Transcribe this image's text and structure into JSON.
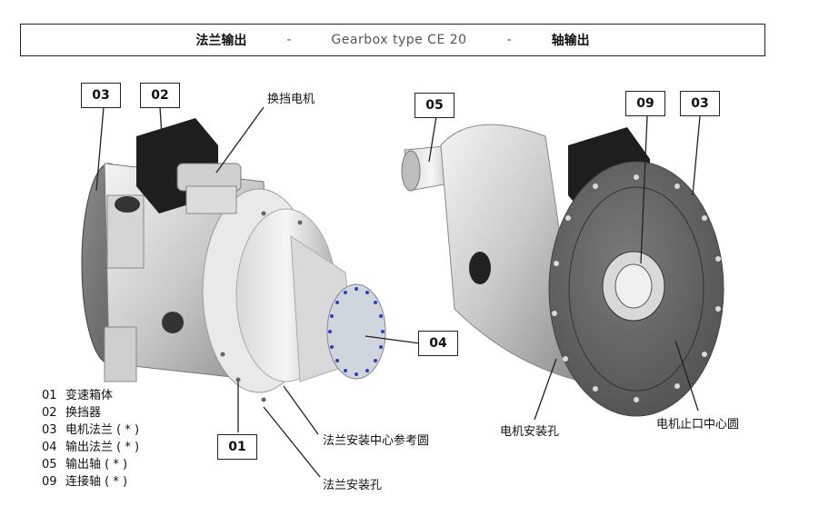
{
  "header": {
    "left": "法兰输出",
    "sep1": "-",
    "center": "Gearbox type CE 20",
    "sep2": "-",
    "right": "轴输出"
  },
  "tags": {
    "t03_left": "03",
    "t02": "02",
    "t04": "04",
    "t01": "01",
    "t05": "05",
    "t09": "09",
    "t03_right": "03"
  },
  "callouts": {
    "shift_motor": "换挡电机",
    "flange_mount_center": "法兰安装中心参考圆",
    "flange_mount_hole": "法兰安装孔",
    "motor_mount_hole": "电机安装孔",
    "motor_spigot_center": "电机止口中心圆"
  },
  "legend": [
    {
      "num": "01",
      "label": "变速箱体"
    },
    {
      "num": "02",
      "label": "换挡器"
    },
    {
      "num": "03",
      "label": "电机法兰 ( * )"
    },
    {
      "num": "04",
      "label": "输出法兰 ( * )"
    },
    {
      "num": "05",
      "label": "输出轴 ( * )"
    },
    {
      "num": "09",
      "label": "连接轴 ( * )"
    }
  ]
}
